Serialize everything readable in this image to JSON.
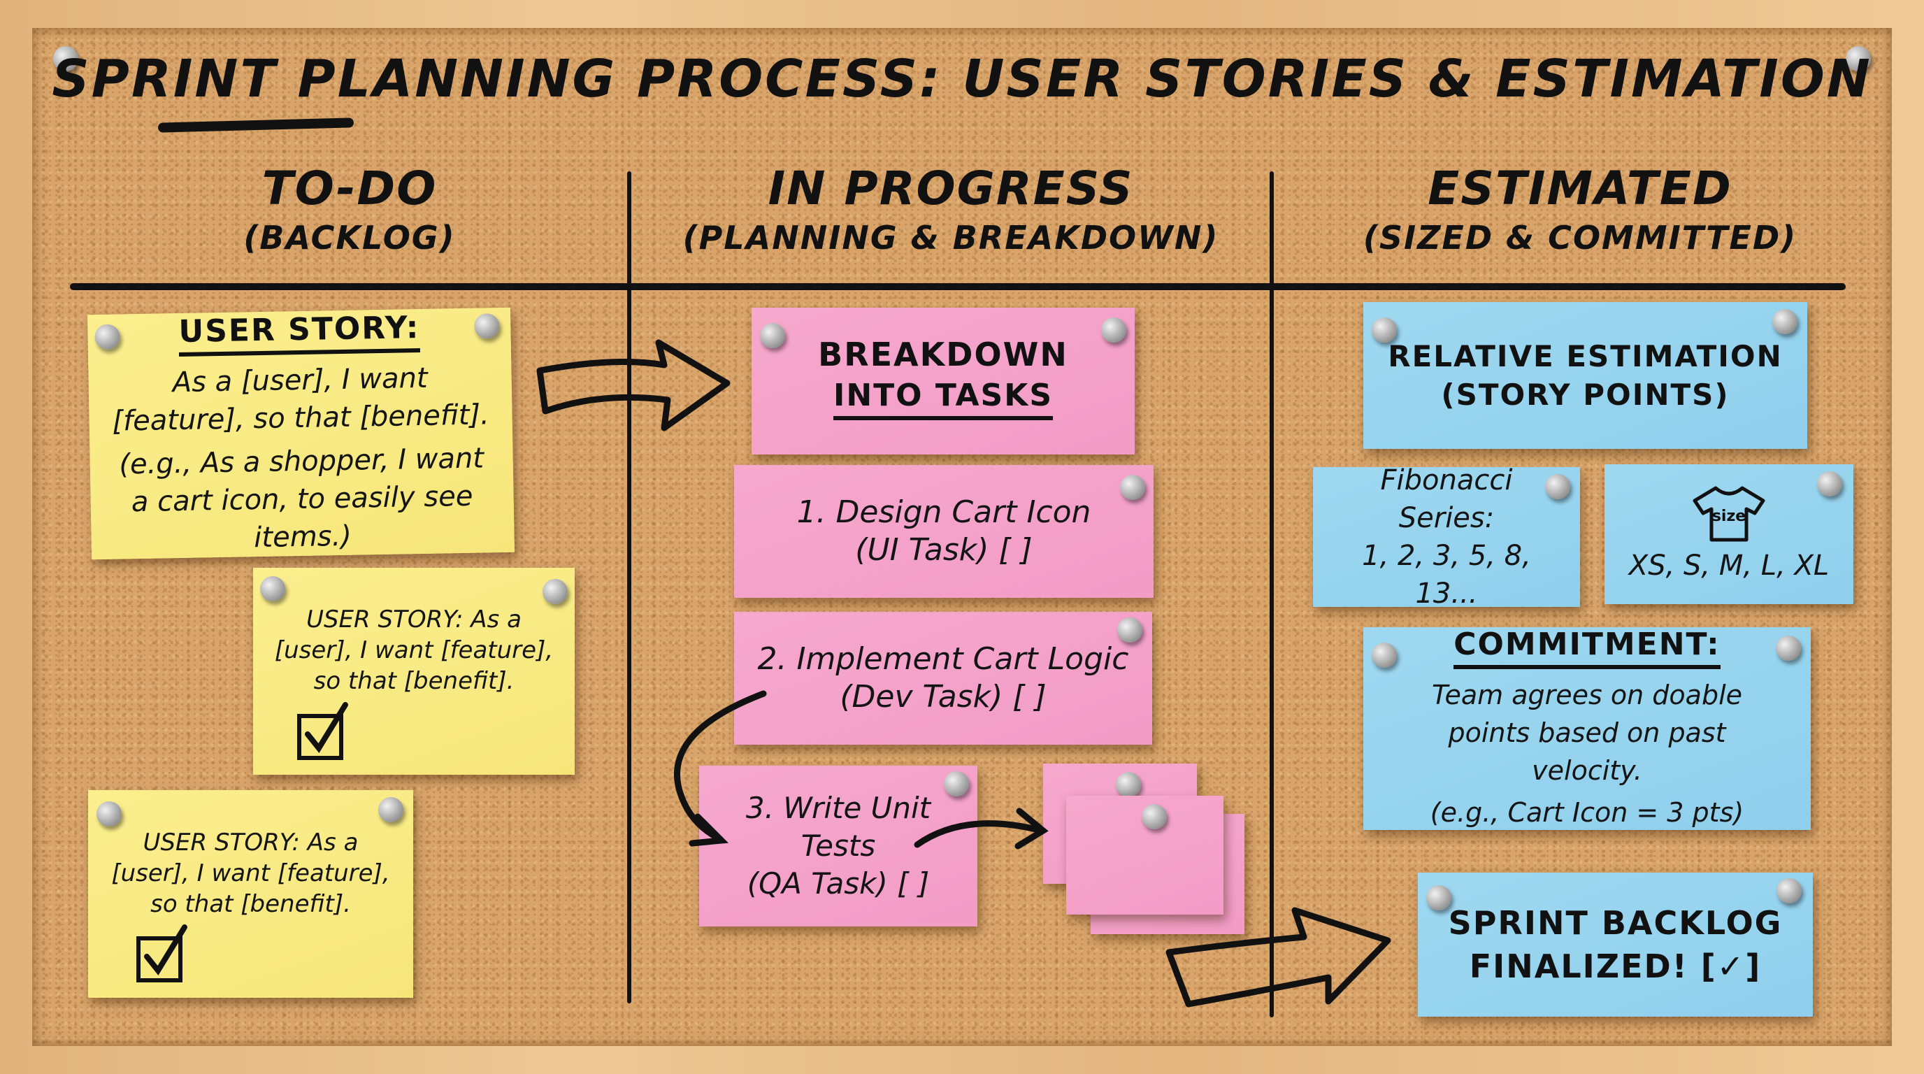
{
  "title": "Sprint Planning Process: User Stories & Estimation",
  "columns": [
    {
      "heading": "To-Do",
      "subheading": "(Backlog)"
    },
    {
      "heading": "In progress",
      "subheading": "(Planning & Breakdown)"
    },
    {
      "heading": "Estimated",
      "subheading": "(Sized & Committed)"
    }
  ],
  "todo": {
    "main_note": {
      "heading": "User Story:",
      "text": "As a [user], I want [feature], so that [benefit].",
      "example": "(e.g., As a shopper, I want a cart icon, to easily see items.)"
    },
    "story_notes": [
      {
        "text": "USER STORY: As a [user], I want [feature], so that [benefit].",
        "checked": true
      },
      {
        "text": "USER STORY: As a [user], I want [feature], so that [benefit].",
        "checked": true
      }
    ]
  },
  "in_progress": {
    "header_note": {
      "line1": "Breakdown",
      "line2": "into Tasks"
    },
    "tasks": [
      {
        "line1": "1. Design Cart Icon",
        "line2": "(UI Task) [ ]"
      },
      {
        "line1": "2. Implement Cart Logic",
        "line2": "(Dev Task) [ ]"
      },
      {
        "line1": "3. Write Unit Tests",
        "line2": "(QA Task) [ ]"
      }
    ]
  },
  "estimated": {
    "header_note": {
      "line1": "Relative Estimation",
      "line2": "(Story Points)"
    },
    "fibonacci": {
      "label": "Fibonacci Series:",
      "values": "1, 2, 3, 5, 8, 13..."
    },
    "tshirt": {
      "icon_label": "size",
      "values": "XS, S, M, L, XL"
    },
    "commitment": {
      "heading": "Commitment:",
      "text": "Team agrees on doable points based on past velocity.",
      "example": "(e.g., Cart Icon = 3 pts)"
    },
    "final": {
      "line1": "Sprint Backlog",
      "line2": "Finalized! [✓]"
    }
  },
  "colors": {
    "yellow_note": "#f8ea82",
    "pink_note": "#f4a2c9",
    "blue_note": "#95d3ee",
    "cork": "#d8a46a",
    "ink": "#111111"
  }
}
